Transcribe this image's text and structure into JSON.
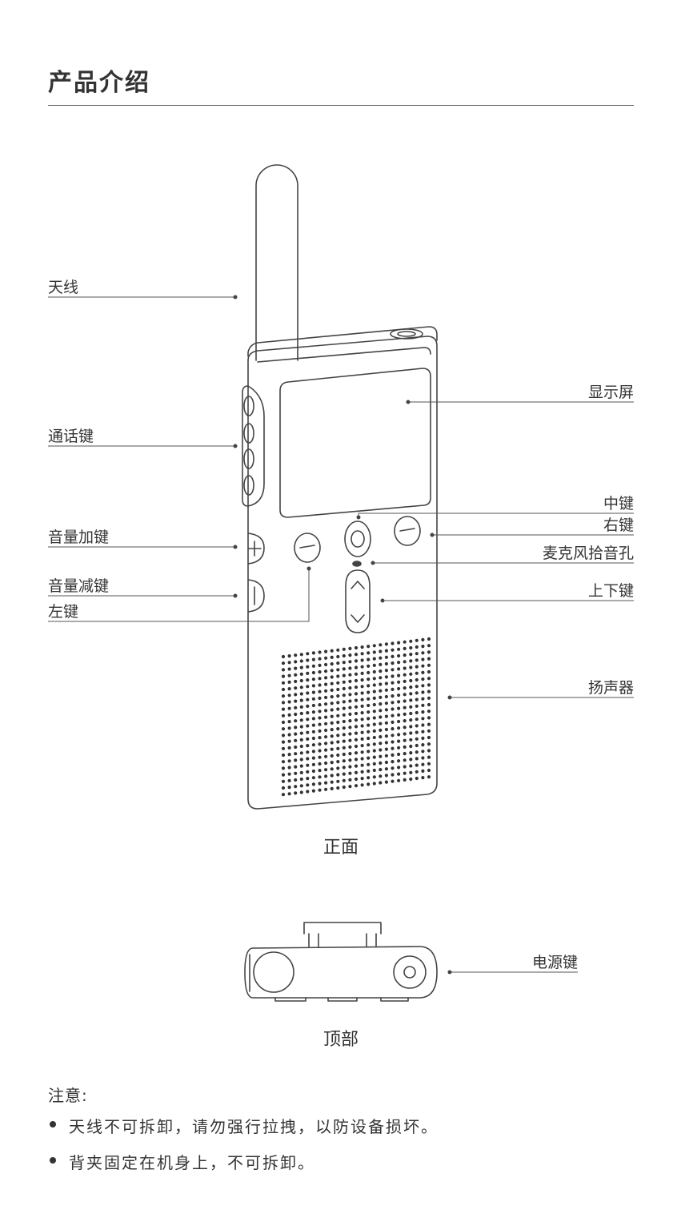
{
  "title": "产品介绍",
  "front": {
    "caption": "正面",
    "labels": {
      "antenna": "天线",
      "talk_key": "通话键",
      "vol_up": "音量加键",
      "vol_down": "音量减键",
      "left_key": "左键",
      "display": "显示屏",
      "center_key": "中键",
      "right_key": "右键",
      "mic": "麦克风拾音孔",
      "updown_key": "上下键",
      "speaker": "扬声器"
    }
  },
  "top": {
    "caption": "顶部",
    "labels": {
      "power_key": "电源键"
    }
  },
  "notes": {
    "heading": "注意:",
    "items": [
      "天线不可拆卸，请勿强行拉拽，以防设备损坏。",
      "背夹固定在机身上，不可拆卸。"
    ]
  }
}
